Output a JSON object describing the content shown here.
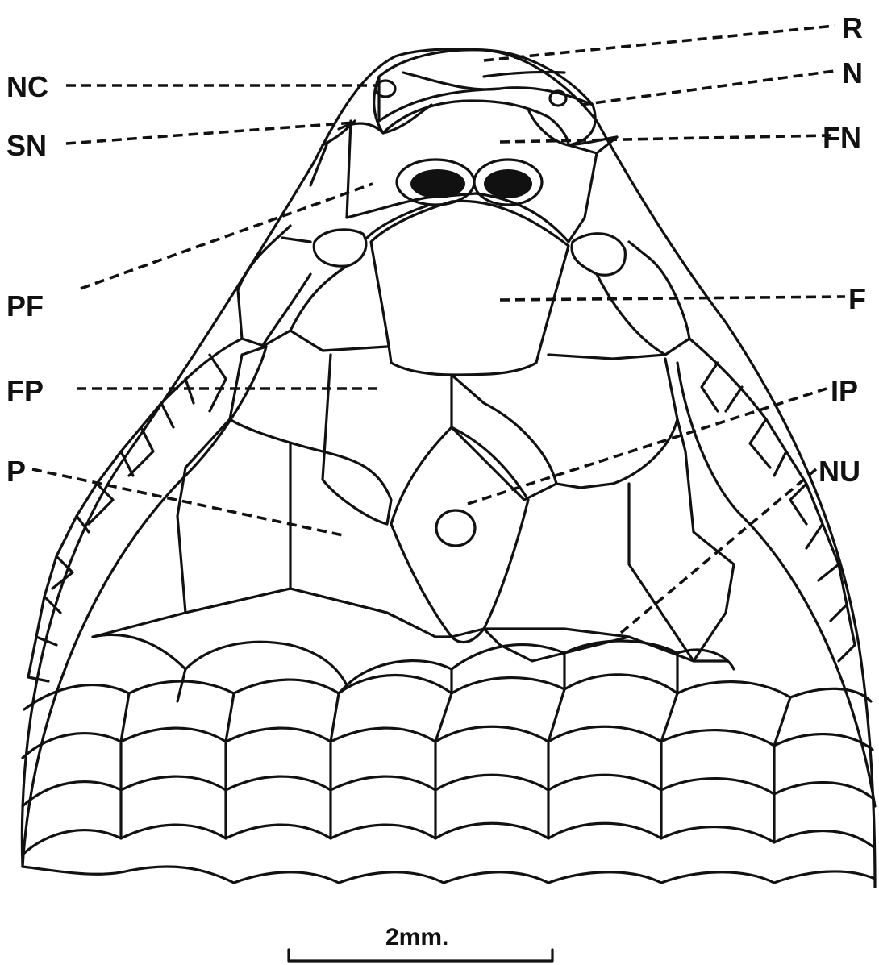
{
  "labels": {
    "R": "R",
    "N": "N",
    "NC": "NC",
    "SN": "SN",
    "FN": "FN",
    "PF": "PF",
    "F": "F",
    "FP": "FP",
    "IP": "IP",
    "P": "P",
    "NU": "NU"
  },
  "scale_bar": {
    "label": "2mm."
  }
}
